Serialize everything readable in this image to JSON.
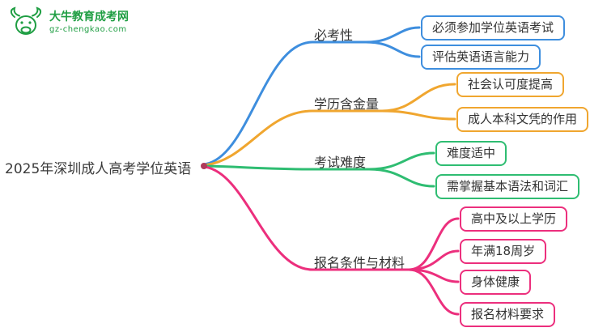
{
  "logo": {
    "title": "大牛教育成考网",
    "subtitle": "gz-chengkao.com",
    "color": "#1f9e43"
  },
  "root": {
    "label": "2025年深圳成人高考学位英语",
    "dot_color": "#b03a5b"
  },
  "branches": [
    {
      "label": "必考性",
      "color": "#3e8ede",
      "children": [
        {
          "label": "必须参加学位英语考试"
        },
        {
          "label": "评估英语语言能力"
        }
      ]
    },
    {
      "label": "学历含金量",
      "color": "#f0a62f",
      "children": [
        {
          "label": "社会认可度提高"
        },
        {
          "label": "成人本科文凭的作用"
        }
      ]
    },
    {
      "label": "考试难度",
      "color": "#2fbd72",
      "children": [
        {
          "label": "难度适中"
        },
        {
          "label": "需掌握基本语法和词汇"
        }
      ]
    },
    {
      "label": "报名条件与材料",
      "color": "#ec2f7d",
      "children": [
        {
          "label": "高中及以上学历"
        },
        {
          "label": "年满18周岁"
        },
        {
          "label": "身体健康"
        },
        {
          "label": "报名材料要求"
        }
      ]
    }
  ]
}
